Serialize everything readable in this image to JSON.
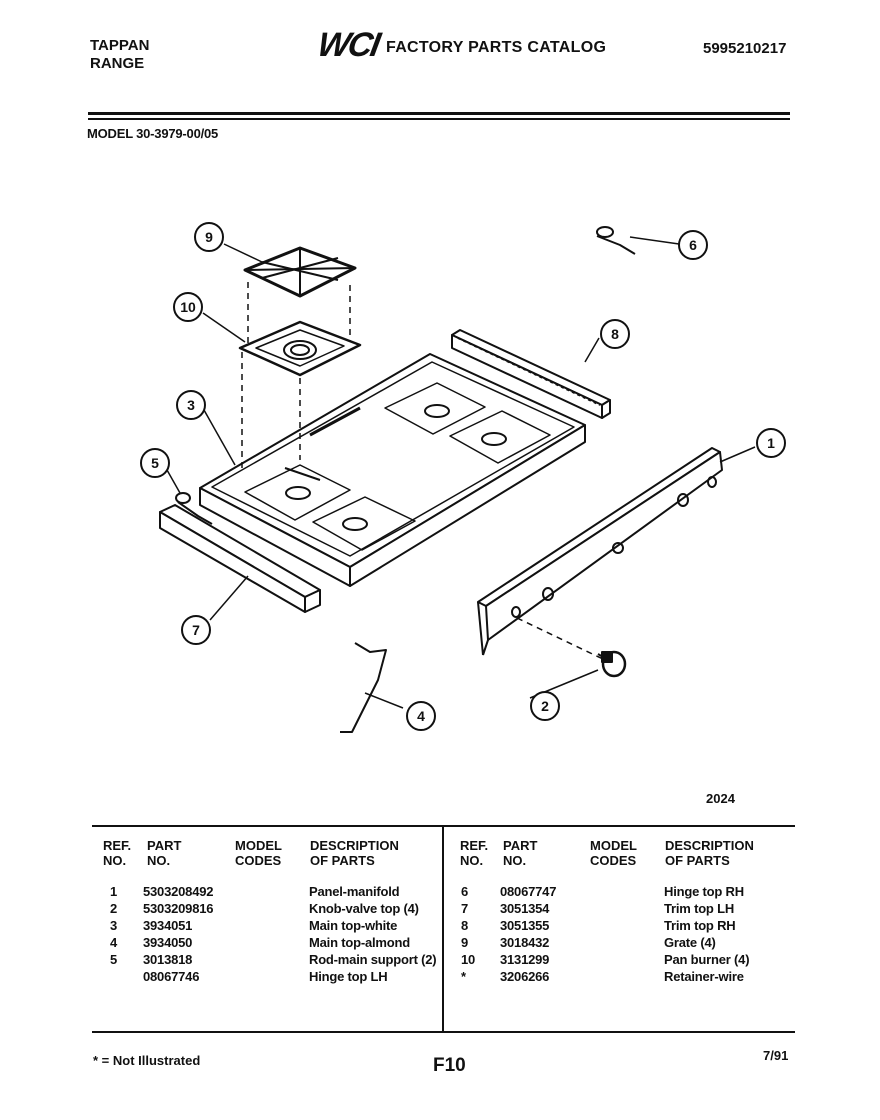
{
  "header": {
    "brand": "TAPPAN",
    "product": "RANGE",
    "logo": "WCI",
    "catalog_title": "FACTORY PARTS CATALOG",
    "catalog_number": "5995210217"
  },
  "model_line": "MODEL 30-3979-00/05",
  "figure_number": "2024",
  "callouts": [
    "1",
    "2",
    "3",
    "4",
    "5",
    "6",
    "7",
    "8",
    "9",
    "10"
  ],
  "table": {
    "headers": {
      "ref": [
        "REF.",
        "NO."
      ],
      "part": [
        "PART",
        "NO."
      ],
      "model": [
        "MODEL",
        "CODES"
      ],
      "desc": [
        "DESCRIPTION",
        "OF PARTS"
      ]
    },
    "left_rows": [
      {
        "ref": "1",
        "part": "5303208492",
        "desc": "Panel-manifold"
      },
      {
        "ref": "2",
        "part": "5303209816",
        "desc": "Knob-valve top (4)"
      },
      {
        "ref": "3",
        "part": "3934051",
        "desc": "Main top-white"
      },
      {
        "ref": "",
        "part": "3934050",
        "desc": "Main top-almond"
      },
      {
        "ref": "4",
        "part": "3013818",
        "desc": "Rod-main support (2)"
      },
      {
        "ref": "5",
        "part": "08067746",
        "desc": "Hinge top LH"
      }
    ],
    "right_rows": [
      {
        "ref": "6",
        "part": "08067747",
        "desc": "Hinge top RH"
      },
      {
        "ref": "7",
        "part": "3051354",
        "desc": "Trim top LH"
      },
      {
        "ref": "8",
        "part": "3051355",
        "desc": "Trim top RH"
      },
      {
        "ref": "9",
        "part": "3018432",
        "desc": "Grate (4)"
      },
      {
        "ref": "10",
        "part": "3131299",
        "desc": "Pan burner (4)"
      },
      {
        "ref": "*",
        "part": "3206266",
        "desc": "Retainer-wire"
      }
    ]
  },
  "footer": {
    "note": "* = Not Illustrated",
    "page": "F10",
    "date": "7/91"
  }
}
